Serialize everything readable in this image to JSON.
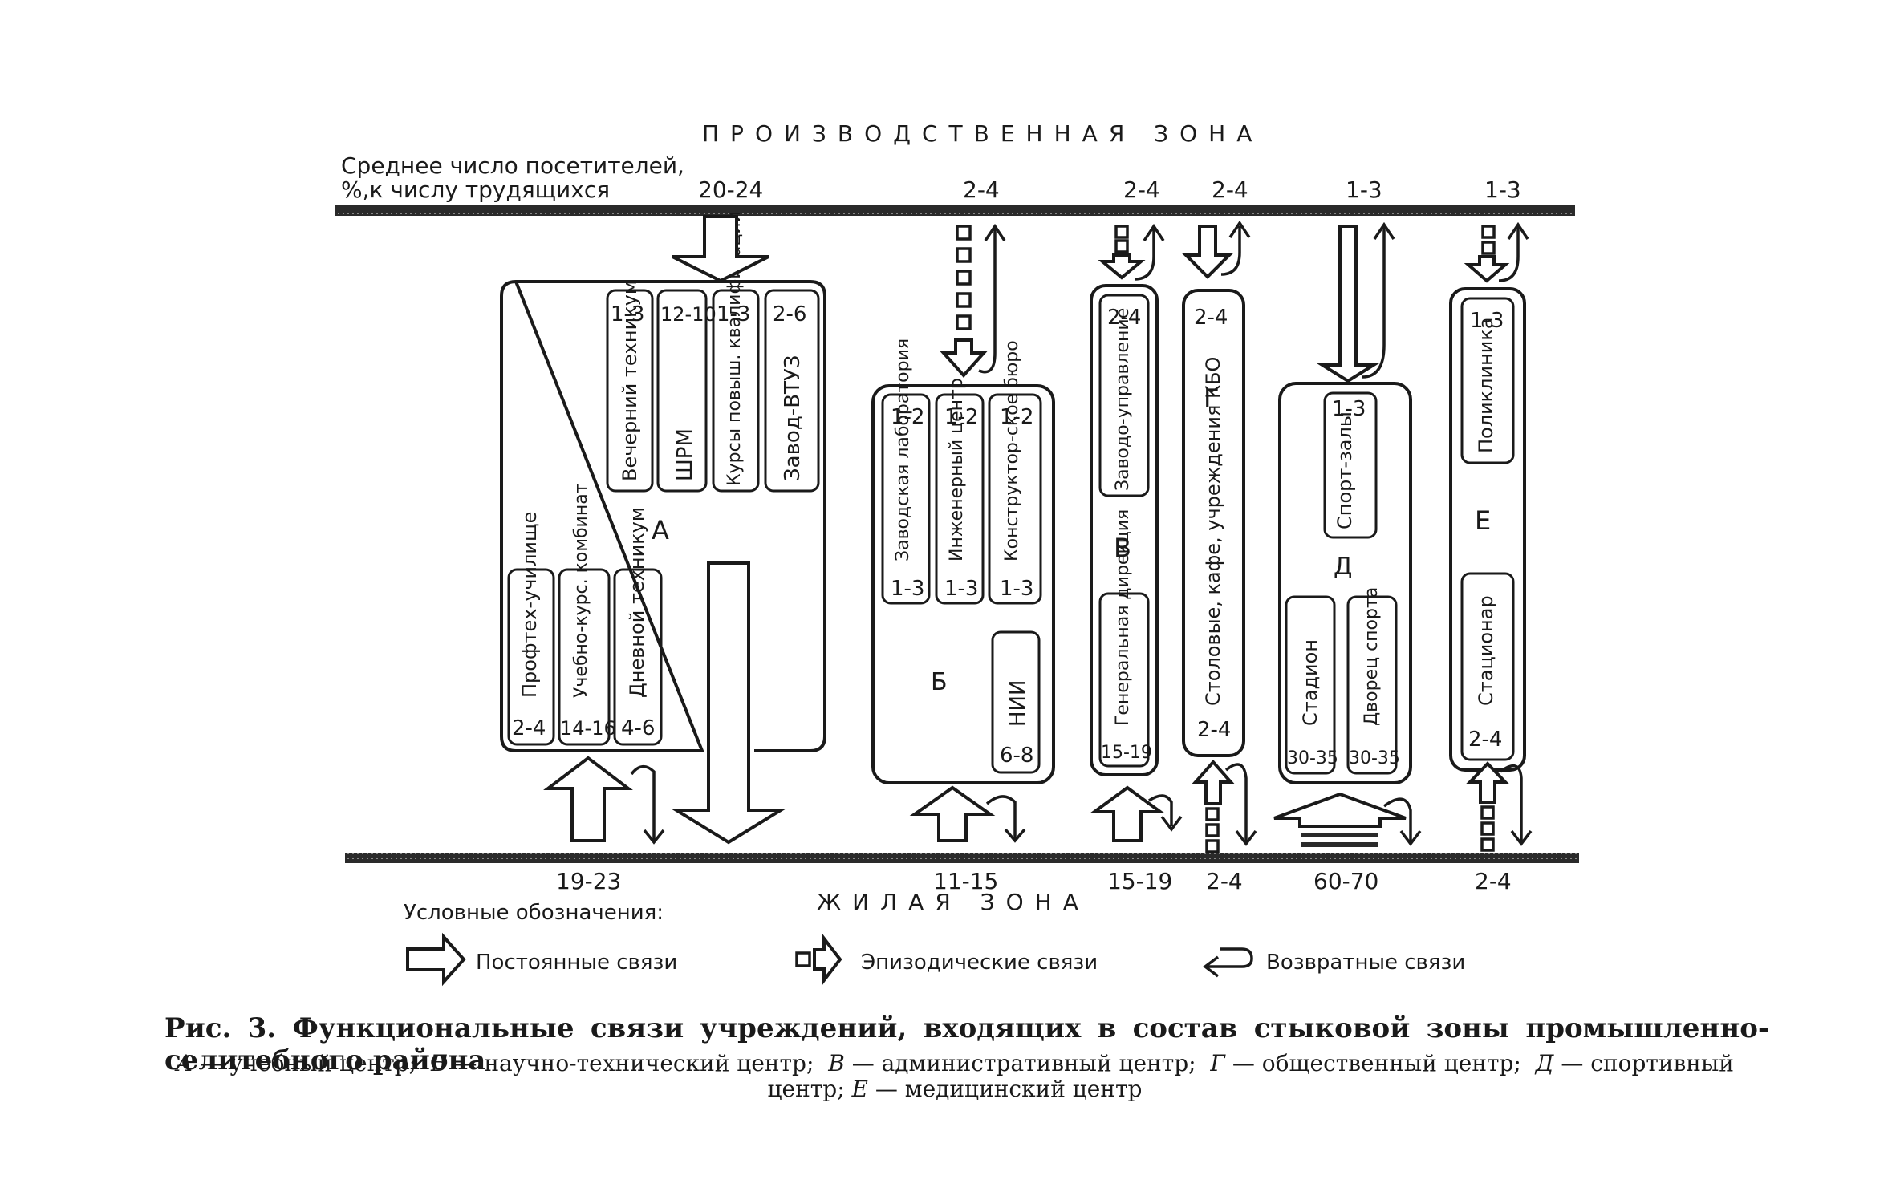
{
  "zones": {
    "production": "ПРОИЗВОДСТВЕННАЯ ЗОНА",
    "residential": "ЖИЛАЯ ЗОНА"
  },
  "visitors_label": {
    "line1": "Среднее число посетителей,",
    "line2": "%,к числу трудящихся"
  },
  "top_values": [
    "20-24",
    "2-4",
    "2-4",
    "2-4",
    "1-3",
    "1-3"
  ],
  "bottom_values": [
    "19-23",
    "11-15",
    "15-19",
    "2-4",
    "60-70",
    "2-4"
  ],
  "centers": {
    "A": {
      "letter": "А",
      "top_units": [
        {
          "value": "1-3",
          "label": "Вечерний техникум"
        },
        {
          "value": "12-10",
          "label": "ШРМ"
        },
        {
          "value": "1-3",
          "label": "Курсы повыш. квалификации"
        },
        {
          "value": "2-6",
          "label": "Завод-ВТУЗ"
        }
      ],
      "bottom_units": [
        {
          "value": "2-4",
          "label": "Профтех-училище"
        },
        {
          "value": "14-16",
          "label": "Учебно-курс. комбинат"
        },
        {
          "value": "4-6",
          "label": "Дневной техникум"
        }
      ]
    },
    "B": {
      "letter": "Б",
      "units": [
        {
          "top": "1-2",
          "bottom": "1-3",
          "label": "Заводская лаборатория"
        },
        {
          "top": "1-2",
          "bottom": "1-3",
          "label": "Инженерный центр"
        },
        {
          "top": "1-2",
          "bottom": "1-3",
          "label": "Конструктор-ское бюро"
        }
      ],
      "nii": {
        "label": "НИИ",
        "value": "6-8"
      }
    },
    "V": {
      "letter": "В",
      "top_unit": {
        "value": "2-4",
        "label": "Заводо-управление"
      },
      "bottom_unit": {
        "value": "15-19",
        "label": "Генеральная дирекция"
      }
    },
    "G": {
      "letter": "Г",
      "top_value": "2-4",
      "bottom_value": "2-4",
      "label": "Столовые, кафе, учреждения КБО"
    },
    "D": {
      "letter": "Д",
      "top_unit": {
        "value": "1-3",
        "label": "Спорт-залы"
      },
      "bottom_units": [
        {
          "value": "30-35",
          "label": "Стадион"
        },
        {
          "value": "30-35",
          "label": "Дворец спорта"
        }
      ]
    },
    "E": {
      "letter": "Е",
      "top_unit": {
        "value": "1-3",
        "label": "Поликлиника"
      },
      "bottom_unit": {
        "value": "2-4",
        "label": "Стационар"
      }
    }
  },
  "legend": {
    "title": "Условные обозначения:",
    "permanent": "Постоянные связи",
    "episodic": "Эпизодические связи",
    "return": "Возвратные связи"
  },
  "caption": {
    "title": "Рис. 3. Функциональные связи учреждений, входящих в состав стыковой зоны промышленно-селитебного района",
    "legend_items": [
      {
        "letter": "А",
        "text": "— учебный центр;"
      },
      {
        "letter": "Б",
        "text": "— научно-технический центр;"
      },
      {
        "letter": "В",
        "text": "— административный центр;"
      },
      {
        "letter": "Г",
        "text": "— общественный центр;"
      },
      {
        "letter": "Д",
        "text": "— спортивный центр;"
      },
      {
        "letter": "Е",
        "text": "— медицинский центр"
      }
    ]
  }
}
